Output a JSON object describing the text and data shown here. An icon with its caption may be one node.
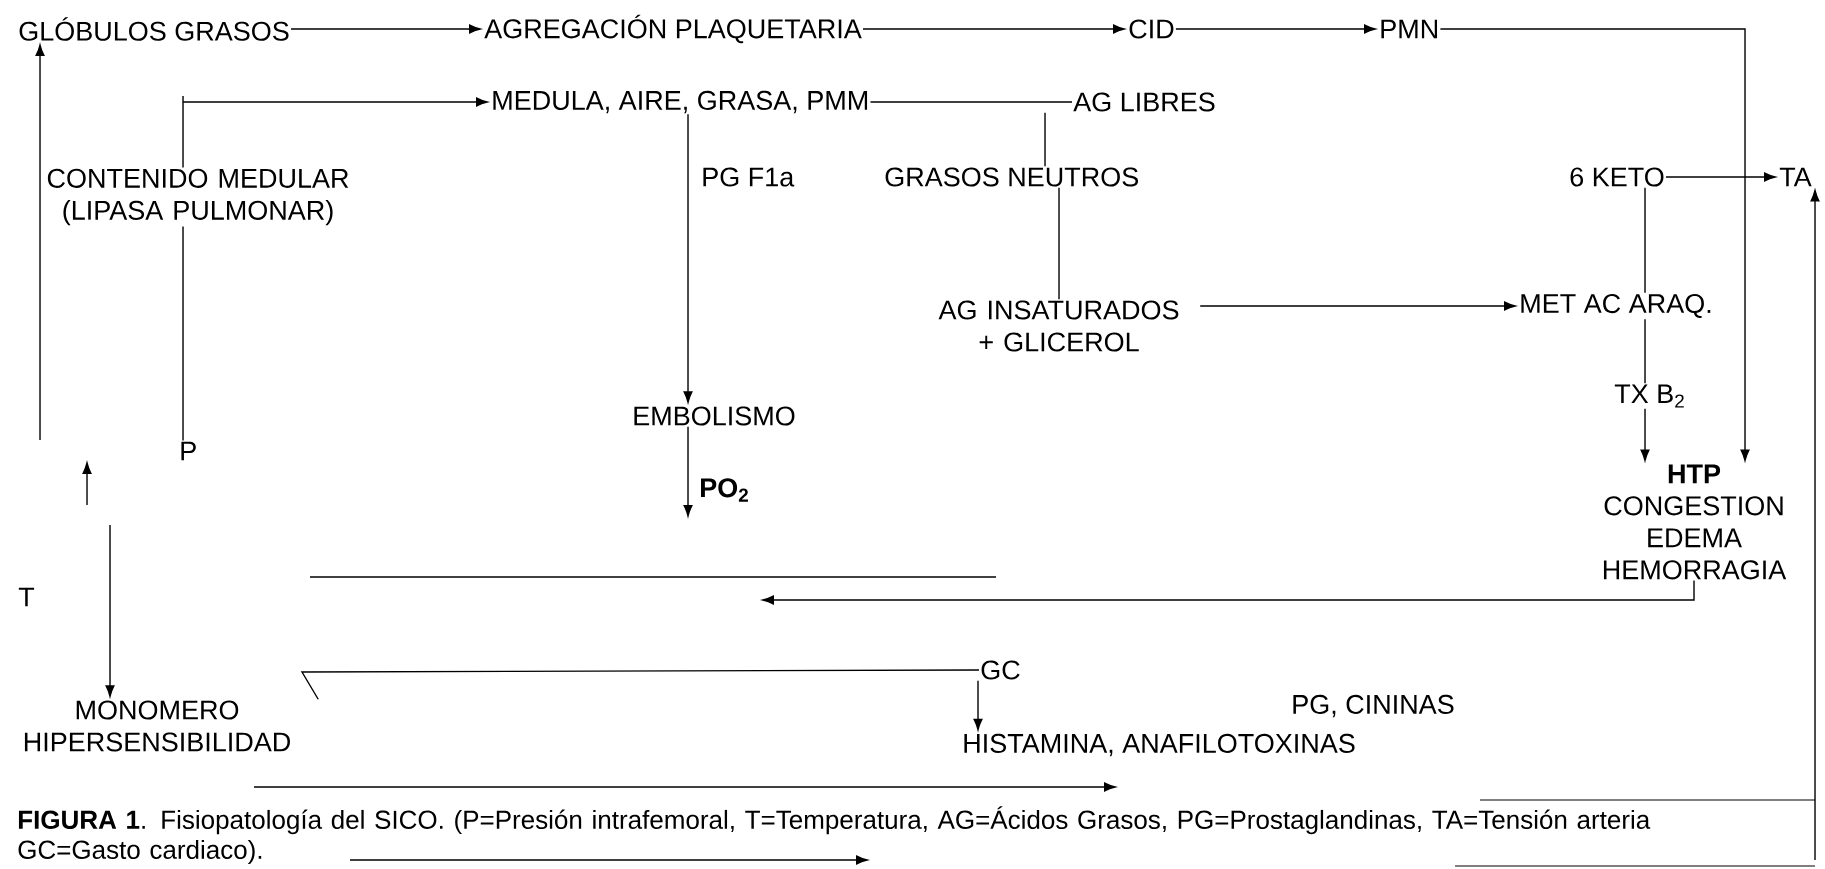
{
  "diagram": {
    "caption": "**FIGURA 1**. Fisiopatología del SICO. (P=Presión intrafemoral, T=Temperatura, AG=Ácidos Grasos, PG=Prostaglandinas, TA=Tensión arteria GC=Gasto cardiaco).",
    "nodes": [
      {
        "text": [
          "GLÓBULOS GRASOS"
        ]
      },
      {
        "text": [
          "AGREGACIÓN PLAQUETARIA"
        ]
      },
      {
        "text": [
          "CID"
        ]
      },
      {
        "text": [
          "PMN"
        ]
      },
      {
        "text": [
          "MEDULA, AIRE, GRASA, PMM"
        ]
      },
      {
        "text": [
          "AG LIBRES"
        ]
      },
      {
        "text": [
          "CONTENIDO MEDULAR (LIPASA PULMONAR)"
        ]
      },
      {
        "text": [
          "GRASOS NEUTROS"
        ]
      },
      {
        "text": [
          "6 KETO"
        ]
      },
      {
        "text": [
          "TA"
        ]
      },
      {
        "text": [
          "AG INSATURADOS + GLICEROL"
        ]
      },
      {
        "text": [
          "MET AC ARAQ."
        ]
      },
      {
        "text": [
          "EMBOLISMO"
        ]
      },
      {
        "text": [
          "TX B$_{2}$"
        ]
      },
      {
        "text": [
          "P"
        ]
      },
      {
        "text": [
          "HTP",
          "CONGESTION EDEMA HEMORRAGIA"
        ]
      },
      {
        "text": [
          "T"
        ]
      },
      {
        "text": [
          "MONOMERO HIPERSENSIBILIDAD"
        ]
      },
      {
        "text": [
          "GC"
        ]
      },
      {
        "text": [
          "PG, CININAS"
        ]
      },
      {
        "text": [
          "HISTAMINA, ANAFILOTOXINAS"
        ]
      },
      {
        "text": [
          "PO$_{2}$"
        ]
      }
    ],
    "edges": [
      {
        "from": 0,
        "to": 1,
        "arrow": "to"
      },
      {
        "from": 1,
        "to": 2,
        "arrow": "to"
      },
      {
        "from": 2,
        "to": 3,
        "arrow": "to"
      },
      {
        "from": 3,
        "to": 15,
        "arrow": "to"
      },
      {
        "from": 6,
        "to": 4,
        "arrow": "to"
      },
      {
        "from": 4,
        "to": 12,
        "arrow": "to",
        "label": "PG F1a"
      },
      {
        "from": 4,
        "to": 5,
        "arrow": "none"
      },
      {
        "from": 5,
        "to": 7,
        "arrow": "none"
      },
      {
        "from": 7,
        "to": 10,
        "arrow": "none"
      },
      {
        "from": 10,
        "to": 11,
        "arrow": "to"
      },
      {
        "from": 8,
        "to": 9,
        "arrow": "to"
      },
      {
        "from": 11,
        "to": 8,
        "arrow": "none"
      },
      {
        "from": 11,
        "to": 13,
        "arrow": "none"
      },
      {
        "from": 13,
        "to": 15,
        "arrow": "to"
      },
      {
        "from": 12,
        "to": 21,
        "arrow": "to"
      },
      {
        "from": null,
        "to": 0,
        "arrow": "to"
      },
      {
        "from": 14,
        "to": 6,
        "arrow": "none"
      },
      {
        "from": null,
        "to": 17,
        "arrow": "to"
      },
      {
        "from": 15,
        "to": null,
        "arrow": "to"
      },
      {
        "from": 18,
        "to": 20,
        "arrow": "to"
      },
      {
        "from": null,
        "to": 9,
        "arrow": "to"
      },
      {
        "from": 17,
        "to": 18,
        "arrow": "none"
      }
    ]
  }
}
